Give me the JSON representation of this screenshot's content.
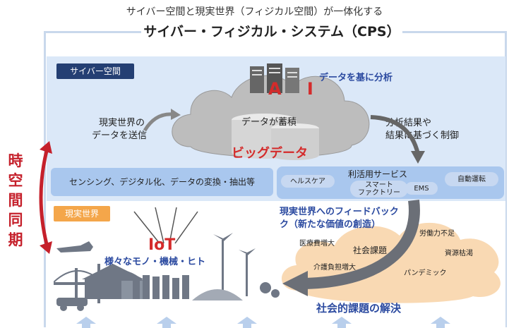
{
  "header": {
    "subtitle": "サイバー空間と現実世界（フィジカル空間）が一体化する",
    "title": "サイバー・フィジカル・システム（CPS）"
  },
  "cyber": {
    "tag": "サイバー空間",
    "ai": "A I",
    "analysis": "データを基に分析",
    "accumulate": "データが蓄積",
    "bigdata": "ビッグデータ",
    "send_line1": "現実世界の",
    "send_line2": "データを送信",
    "result_line1": "分析結果や",
    "result_line2": "結果に基づく制御"
  },
  "sync": {
    "chars": [
      "時",
      "空",
      "間",
      "同",
      "期"
    ]
  },
  "sensing": {
    "label": "センシング、デジタル化、データの変換・抽出等"
  },
  "service": {
    "title": "利活用サービス",
    "items": [
      "ヘルスケア",
      "スマート\nファクトリー",
      "EMS",
      "自動運転"
    ]
  },
  "real": {
    "tag": "現実世界",
    "iot": "IoT",
    "things": "様々なモノ・機械・ヒト",
    "feedback_line1": "現実世界へのフィードバック",
    "feedback_line2": "ク（新たな価値の創造）",
    "issues_center": "社会課題",
    "issues": [
      "医療費増大",
      "介護負担増大",
      "労働力不足",
      "資源枯渇",
      "パンデミック"
    ],
    "solution": "社会的課題の解決"
  },
  "colors": {
    "cyber_bg": "#dbe8f8",
    "navy_tag": "#243f73",
    "orange_tag": "#f4a64a",
    "red": "#d42b2b",
    "blue_text": "#2b4aa0",
    "cloud_gray": "#bdbdbd",
    "orange_cloud": "#f9d9b3"
  }
}
